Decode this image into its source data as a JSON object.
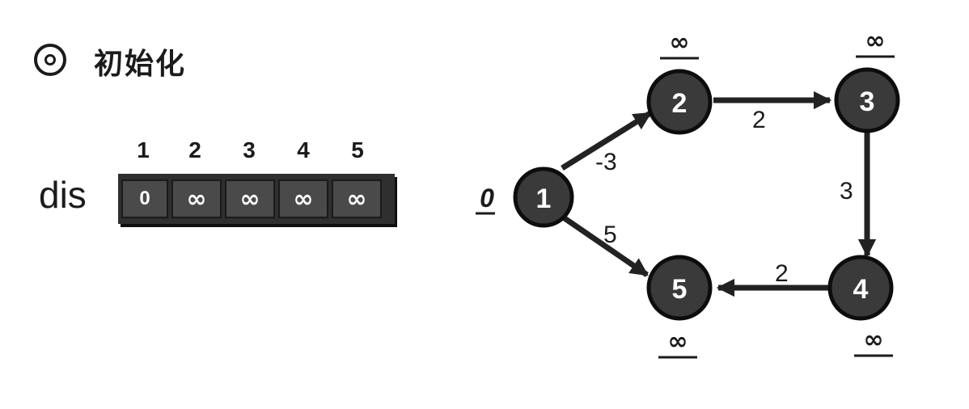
{
  "step": {
    "title": "初始化"
  },
  "dis": {
    "label": "dis",
    "indices": [
      "1",
      "2",
      "3",
      "4",
      "5"
    ],
    "values": [
      "0",
      "∞",
      "∞",
      "∞",
      "∞"
    ]
  },
  "graph": {
    "nodes": [
      {
        "id": "1",
        "label": "1",
        "dist": "0"
      },
      {
        "id": "2",
        "label": "2",
        "dist": "∞"
      },
      {
        "id": "3",
        "label": "3",
        "dist": "∞"
      },
      {
        "id": "4",
        "label": "4",
        "dist": "∞"
      },
      {
        "id": "5",
        "label": "5",
        "dist": "∞"
      }
    ],
    "edges": [
      {
        "from": "1",
        "to": "2",
        "weight": "-3"
      },
      {
        "from": "2",
        "to": "3",
        "weight": "2"
      },
      {
        "from": "3",
        "to": "4",
        "weight": "3"
      },
      {
        "from": "4",
        "to": "5",
        "weight": "2"
      },
      {
        "from": "1",
        "to": "5",
        "weight": "5"
      }
    ]
  }
}
